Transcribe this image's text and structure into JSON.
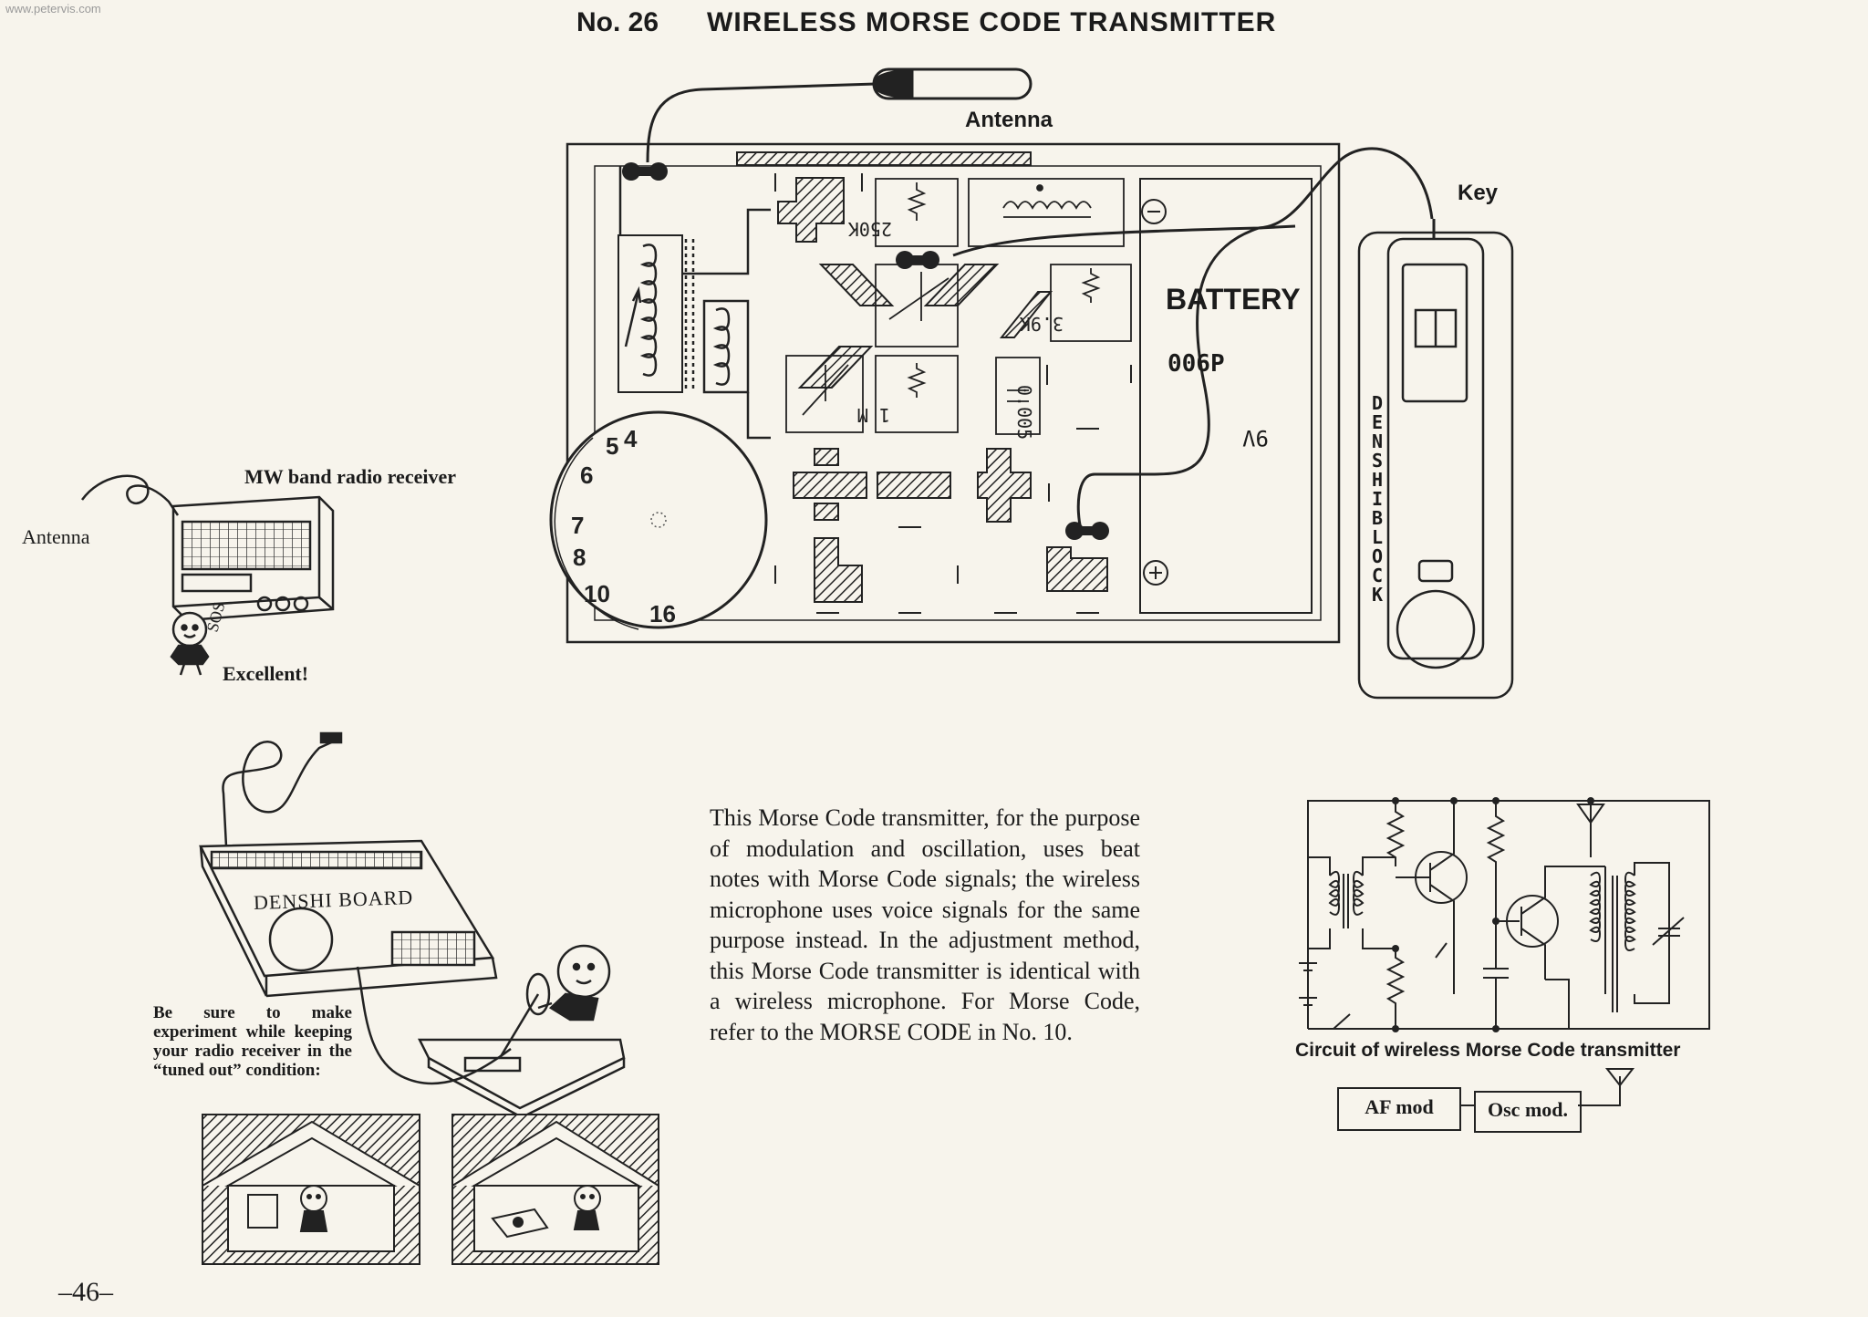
{
  "watermark": "www.petervis.com",
  "header": {
    "number": "No. 26",
    "title": "WIRELESS MORSE CODE TRANSMITTER"
  },
  "wiring_diagram": {
    "antenna_label": "Antenna",
    "key_label": "Key",
    "battery_label": "BATTERY",
    "battery_code": "006P",
    "battery_voltage": "9V",
    "block_label": "DENSHI BLOCK",
    "components": {
      "r_250k": "250K",
      "r_3_9k": "3.9K",
      "r_1m": "1 M",
      "c_0_005": "0.005"
    },
    "dial_numbers": [
      "5",
      "4",
      "6",
      "7",
      "8",
      "10",
      "16"
    ]
  },
  "radio_illustration": {
    "radio_label": "MW band radio receiver",
    "antenna_label": "Antenna",
    "sos_text": "SOS",
    "exclaim": "Excellent!"
  },
  "board_illustration": {
    "board_label": "DENSHI BOARD",
    "note": "Be sure to make experiment while keeping your radio receiver in the “tuned out” condition:"
  },
  "description": "This Morse Code transmitter, for the purpose of modulation and oscillation, uses beat notes with Morse Code signals; the wireless microphone uses voice signals for the same purpose instead. In the adjustment method, this Morse Code transmitter is identical with a wireless microphone. For Morse Code, refer to the MORSE CODE in No. 10.",
  "circuit": {
    "caption": "Circuit of wireless Morse Code transmitter",
    "block_af": "AF mod",
    "block_osc": "Osc mod."
  },
  "page_number": "–46–"
}
